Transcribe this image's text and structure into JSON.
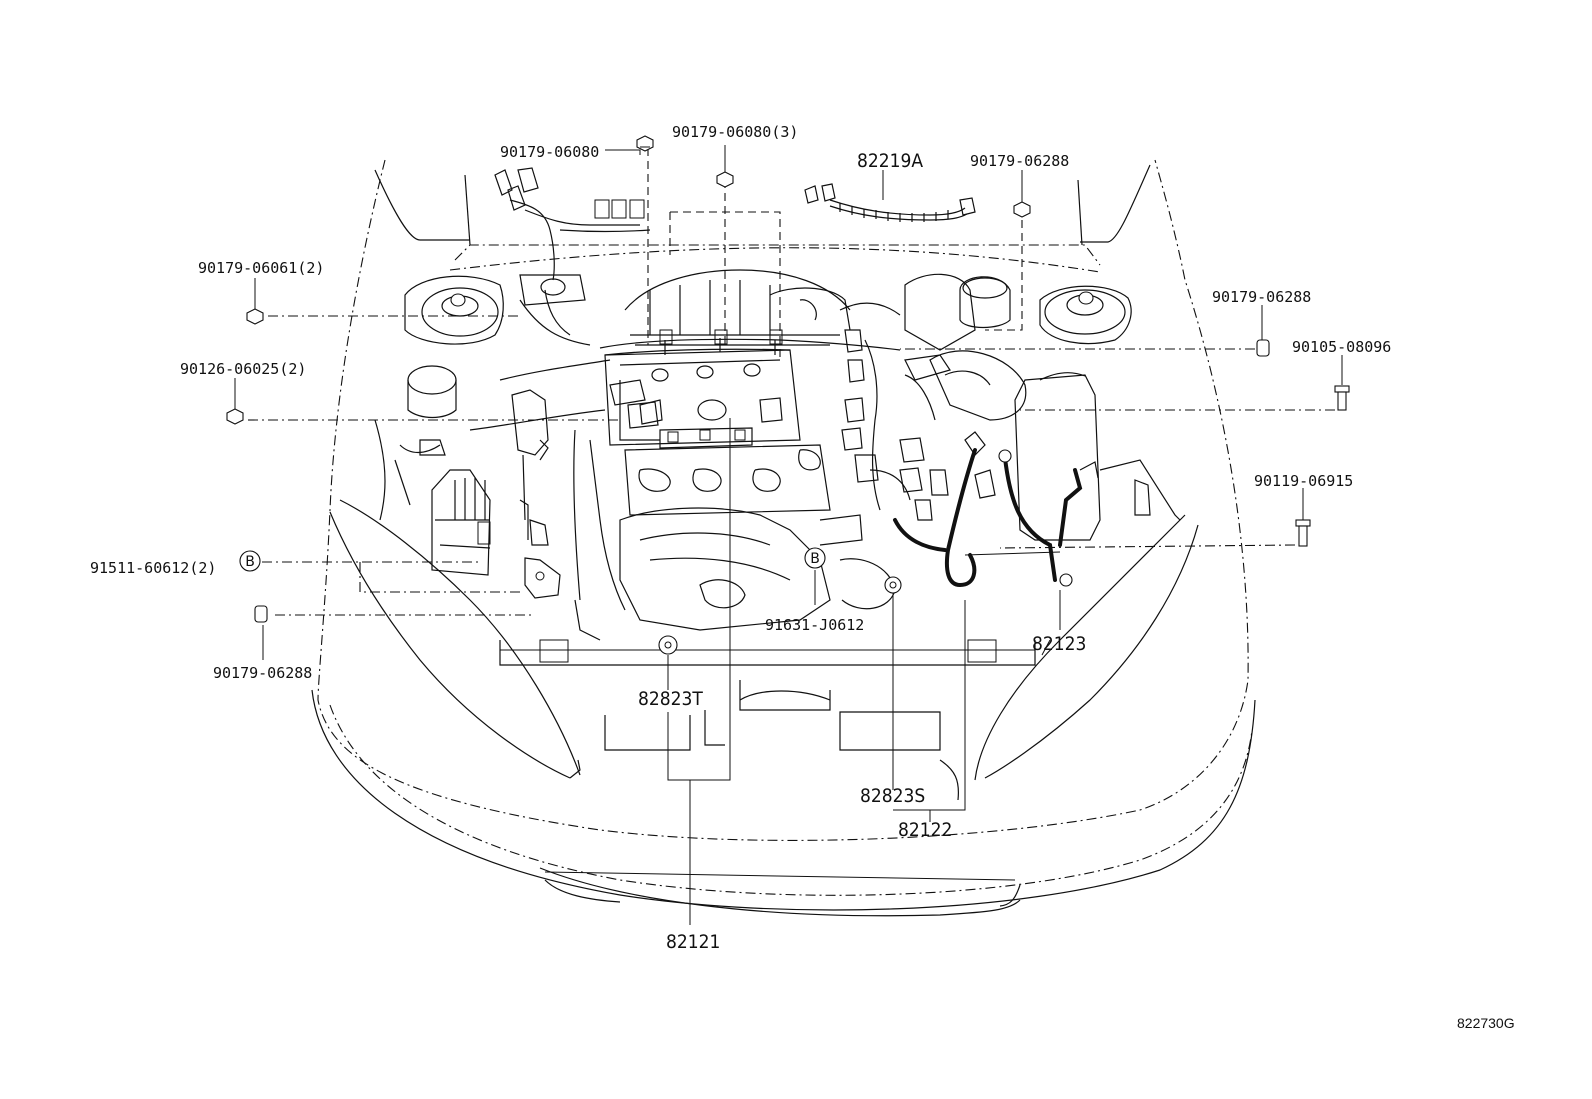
{
  "diagram": {
    "reference_code": "822730G",
    "circle_marker": "B",
    "labels": {
      "p90179_06080": "90179-06080",
      "p90179_06080_3": "90179-06080(3)",
      "p82219A": "82219A",
      "p90179_06288_top": "90179-06288",
      "p90179_06061_2": "90179-06061(2)",
      "p90179_06288_right": "90179-06288",
      "p90105_08096": "90105-08096",
      "p90126_06025_2": "90126-06025(2)",
      "p90119_06915": "90119-06915",
      "p91511_60612_2": "91511-60612(2)",
      "p91631_J0612": "91631-J0612",
      "p90179_06288_left": "90179-06288",
      "p82123": "82123",
      "p82823T": "82823T",
      "p82823S": "82823S",
      "p82122": "82122",
      "p82121": "82121"
    },
    "icons": [
      "nut-icon",
      "bolt-icon",
      "clamp-icon",
      "grommet-icon",
      "circle-b-marker-icon"
    ]
  }
}
